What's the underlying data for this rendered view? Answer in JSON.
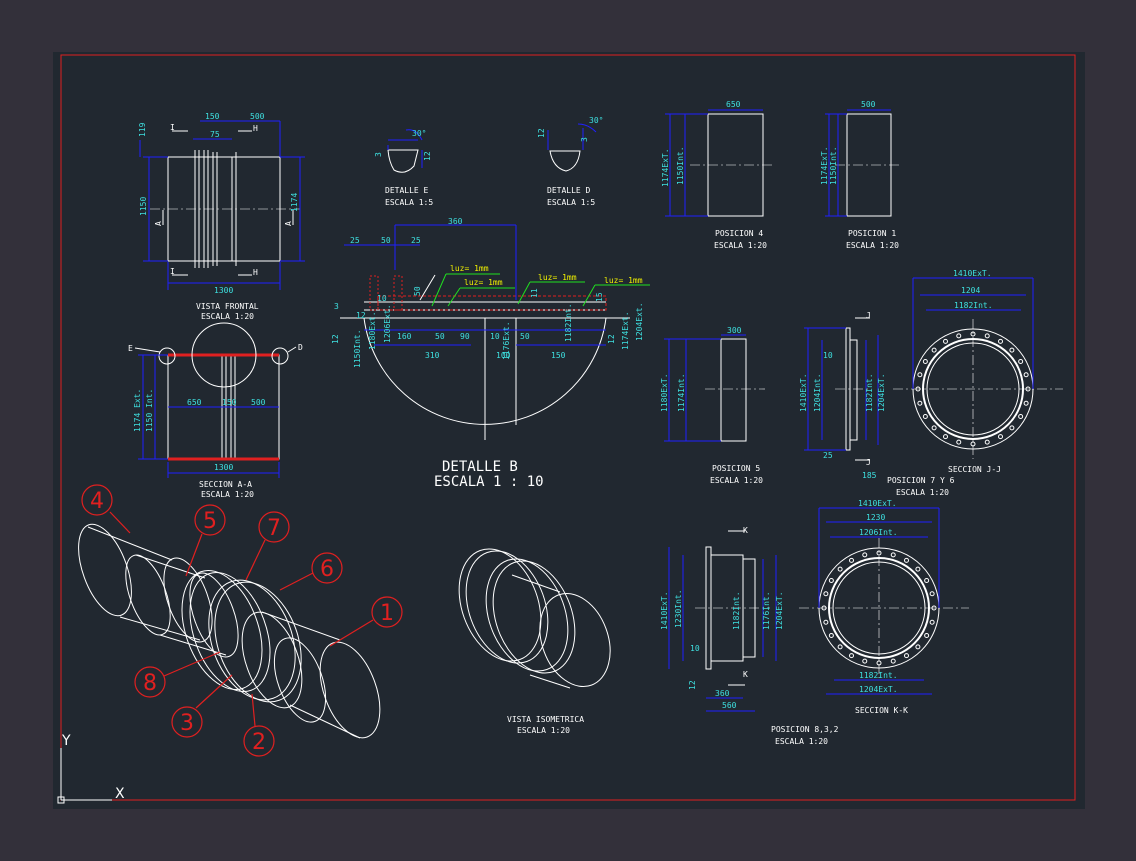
{
  "colors": {
    "background": "#33303a",
    "drawing_bg": "#212830",
    "frame": "#e02020",
    "geometry": "#ffffff",
    "dimension_lines": "#2020ff",
    "dimension_text": "#3ee0e0",
    "leader_text": "#f0f000",
    "balloons": "#e02020"
  },
  "vista_frontal": {
    "title": "VISTA FRONTAL",
    "scale": "ESCALA 1:20",
    "dims": {
      "d150": "150",
      "d500": "500",
      "d75": "75",
      "d119": "119",
      "d1150": "1150",
      "d1174": "1174",
      "d1300": "1300"
    },
    "cuts": {
      "i": "I",
      "h": "H",
      "a": "A"
    }
  },
  "seccion_aa": {
    "title": "SECCION A-A",
    "scale": "ESCALA 1:20",
    "dims": {
      "d650": "650",
      "d150": "150",
      "d500": "500",
      "d1300": "1300",
      "d1174": "1174 Ext.",
      "d1150": "1150 Int."
    },
    "labels": {
      "e": "E",
      "d": "D"
    }
  },
  "detalle_e": {
    "title": "DETALLE E",
    "scale": "ESCALA 1:5",
    "angle": "30°",
    "dims": {
      "d3": "3",
      "d12": "12"
    }
  },
  "detalle_d": {
    "title": "DETALLE D",
    "scale": "ESCALA 1:5",
    "angle": "30°",
    "dims": {
      "d12": "12",
      "d3": "3"
    }
  },
  "detalle_b": {
    "title": "DETALLE B",
    "scale": "ESCALA 1 : 10",
    "dims": {
      "d360": "360",
      "d25a": "25",
      "d50a": "50",
      "d25b": "25",
      "d3": "3",
      "d10": "10",
      "d12a": "12",
      "d160": "160",
      "d50b": "50",
      "d90": "90",
      "d10b": "10",
      "d50c": "50",
      "d150": "150",
      "d310": "310",
      "d100": "100",
      "d12b": "12",
      "d15": "15",
      "d50d": "50",
      "d11": "11",
      "d12c": "12"
    },
    "leaders": [
      "luz= 1mm",
      "luz= 1mm",
      "luz= 1mm",
      "luz= 1mm"
    ],
    "vertical_dims": [
      "1150Int.",
      "1180Ext.",
      "1206Ext.",
      "1176Ext.",
      "1182Int.",
      "1174Ext.",
      "1204Ext."
    ]
  },
  "posicion_4": {
    "title": "POSICION 4",
    "scale": "ESCALA 1:20",
    "dims": {
      "d650": "650",
      "ext": "1174ExT.",
      "int": "1150Int."
    }
  },
  "posicion_1": {
    "title": "POSICION 1",
    "scale": "ESCALA 1:20",
    "dims": {
      "d500": "500",
      "ext": "1174ExT.",
      "int": "1150Int."
    }
  },
  "posicion_5": {
    "title": "POSICION 5",
    "scale": "ESCALA 1:20",
    "dims": {
      "d300": "300",
      "ext": "1180ExT.",
      "int": "1174Int."
    }
  },
  "posicion_76": {
    "title": "POSICION 7 Y 6",
    "scale": "ESCALA 1:20",
    "dims": {
      "d10": "10",
      "d25": "25",
      "d185": "185",
      "ext": "1410ExT.",
      "int": "1204Int.",
      "int2": "1182Int.",
      "ext2": "1204ExT."
    },
    "cut": "J"
  },
  "seccion_jj": {
    "title": "SECCION J-J",
    "dims": {
      "ext": "1410ExT.",
      "d1204": "1204",
      "int": "1182Int."
    }
  },
  "posicion_832": {
    "title": "POSICION 8,3,2",
    "scale": "ESCALA 1:20",
    "dims": {
      "ext": "1410ExT.",
      "int": "1230Int.",
      "d10": "10",
      "d360": "360",
      "d560": "560",
      "d12": "12",
      "mid": "1182Int.",
      "ext2": "1176Int.",
      "ext3": "1204ExT."
    },
    "cut": "K"
  },
  "seccion_kk": {
    "title": "SECCION K-K",
    "dims": {
      "ext": "1410ExT.",
      "d1230": "1230",
      "int": "1206Int.",
      "int2": "1182Int.",
      "ext2": "1204ExT."
    }
  },
  "vista_isometrica": {
    "title": "VISTA ISOMETRICA",
    "scale": "ESCALA 1:20"
  },
  "balloons": [
    "4",
    "5",
    "7",
    "6",
    "1",
    "8",
    "3",
    "2"
  ],
  "ucs": {
    "y": "Y",
    "x": "X"
  }
}
